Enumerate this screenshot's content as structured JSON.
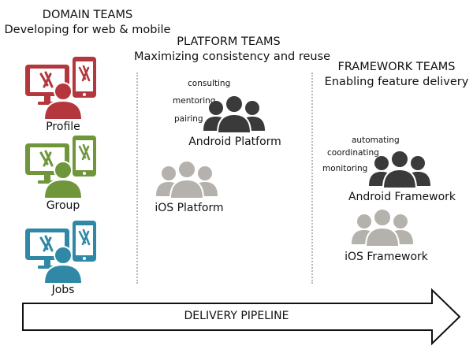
{
  "domain_teams": {
    "title": "DOMAIN TEAMS",
    "subtitle": "Developing for web & mobile",
    "teams": [
      {
        "label": "Profile",
        "color": "#b3373c"
      },
      {
        "label": "Group",
        "color": "#6f963b"
      },
      {
        "label": "Jobs",
        "color": "#2f89a6"
      }
    ]
  },
  "platform_teams": {
    "title": "PLATFORM TEAMS",
    "subtitle": "Maximizing consistency and reuse",
    "activities": [
      "consulting",
      "mentoring",
      "pairing"
    ],
    "teams": [
      {
        "label": "Android Platform",
        "color": "#3a3a3a"
      },
      {
        "label": "iOS Platform",
        "color": "#b5b2ad"
      }
    ]
  },
  "framework_teams": {
    "title": "FRAMEWORK TEAMS",
    "subtitle": "Enabling feature delivery",
    "activities": [
      "automating",
      "coordinating",
      "monitoring"
    ],
    "teams": [
      {
        "label": "Android Framework",
        "color": "#3a3a3a"
      },
      {
        "label": "iOS Framework",
        "color": "#b5b2ad"
      }
    ]
  },
  "pipeline": {
    "label": "DELIVERY PIPELINE"
  }
}
